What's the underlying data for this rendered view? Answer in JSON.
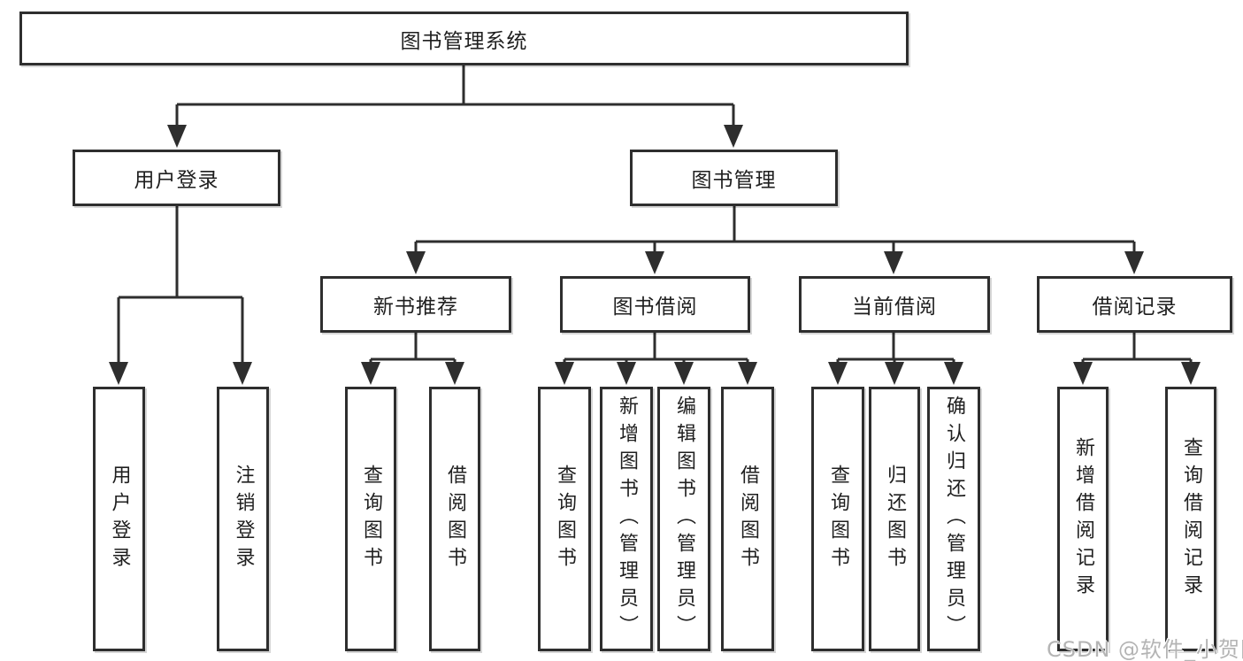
{
  "diagram": {
    "root": {
      "label": "图书管理系统"
    },
    "level2": [
      {
        "label": "用户登录"
      },
      {
        "label": "图书管理"
      }
    ],
    "level3": [
      {
        "label": "新书推荐"
      },
      {
        "label": "图书借阅"
      },
      {
        "label": "当前借阅"
      },
      {
        "label": "借阅记录"
      }
    ],
    "leaves": {
      "user_login": [
        "用户登录",
        "注销登录"
      ],
      "new_books": [
        "查询图书",
        "借阅图书"
      ],
      "borrowing": [
        "查询图书",
        "新增图书（管理员）",
        "编辑图书（管理员）",
        "借阅图书"
      ],
      "current": [
        "查询图书",
        "归还图书",
        "确认归还（管理员）"
      ],
      "records": [
        "新增借阅记录",
        "查询借阅记录"
      ]
    }
  },
  "watermark": {
    "text": "CSDN @软件_小贺同学"
  },
  "colors": {
    "line": "#2e2e2e",
    "text": "#1f1f1f",
    "background": "#ffffff",
    "watermark": "#b4b4b4"
  }
}
